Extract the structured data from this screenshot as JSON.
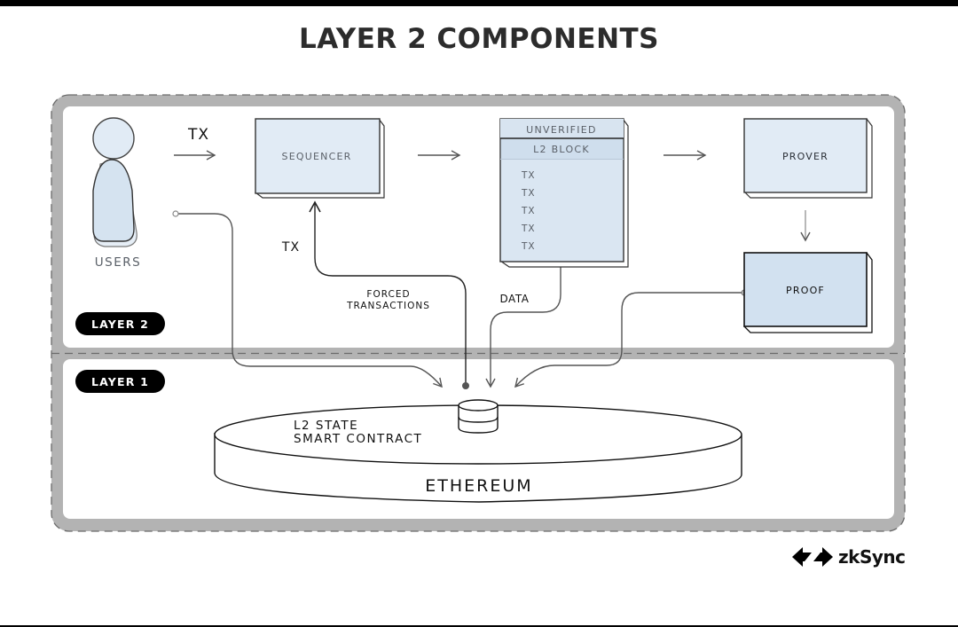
{
  "title": "LAYER 2 COMPONENTS",
  "colors": {
    "frame": "#b3b3b3",
    "box_fill": "#e1ebf5",
    "box_fill_dark": "#d2e1f0",
    "line": "#555555",
    "pill": "#000000",
    "text_dark": "#111111",
    "text_muted": "#5a6068"
  },
  "layers": {
    "layer2": "LAYER 2",
    "layer1": "LAYER 1"
  },
  "nodes": {
    "users": "USERS",
    "sequencer": "SEQUENCER",
    "block_status": "UNVERIFIED",
    "block_title": "L2 BLOCK",
    "block_txs": [
      "TX",
      "TX",
      "TX",
      "TX",
      "TX"
    ],
    "prover": "PROVER",
    "proof": "PROOF",
    "contract_line1": "L2 STATE",
    "contract_line2": "SMART CONTRACT",
    "ethereum": "ETHEREUM"
  },
  "edges": {
    "users_to_sequencer": "TX",
    "forced_tx_label": "TX",
    "forced_line1": "FORCED",
    "forced_line2": "TRANSACTIONS",
    "data": "DATA"
  },
  "brand": {
    "name": "zkSync",
    "icon": "zksync-arrows-icon"
  }
}
